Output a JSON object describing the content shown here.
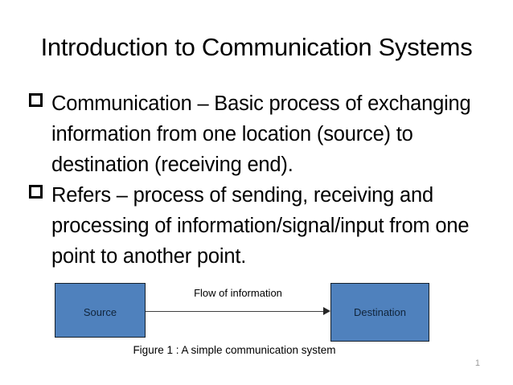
{
  "slide": {
    "title": "Introduction to Communication Systems",
    "page_number": "1",
    "background_color": "#ffffff"
  },
  "body": {
    "bullet_glyph": "hollow-square",
    "bullets": [
      {
        "text": "Communication – Basic process of exchanging information from one location (source) to destination (receiving end)."
      },
      {
        "text": "Refers – process of sending, receiving and processing of information/signal/input from one point to another point."
      }
    ]
  },
  "diagram": {
    "box_fill_color": "#4F81BD",
    "box_border_color": "#16212c",
    "arrow_color": "#404040",
    "source_label": "Source",
    "destination_label": "Destination",
    "flow_label": "Flow of information",
    "caption": "Figure 1 : A simple communication system"
  }
}
